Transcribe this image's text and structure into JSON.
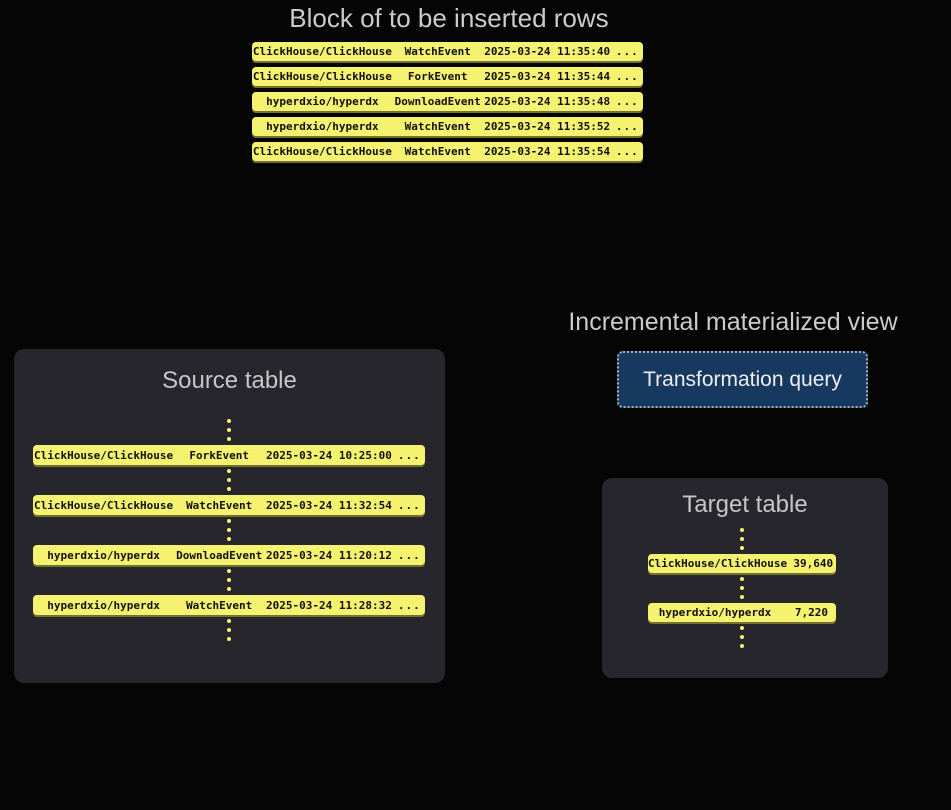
{
  "insert_block": {
    "title": "Block of to be inserted rows",
    "rows": [
      {
        "repo": "ClickHouse/ClickHouse",
        "event": "WatchEvent",
        "timestamp": "2025-03-24 11:35:40",
        "more": "..."
      },
      {
        "repo": "ClickHouse/ClickHouse",
        "event": "ForkEvent",
        "timestamp": "2025-03-24 11:35:44",
        "more": "..."
      },
      {
        "repo": "hyperdxio/hyperdx",
        "event": "DownloadEvent",
        "timestamp": "2025-03-24 11:35:48",
        "more": "..."
      },
      {
        "repo": "hyperdxio/hyperdx",
        "event": "WatchEvent",
        "timestamp": "2025-03-24 11:35:52",
        "more": "..."
      },
      {
        "repo": "ClickHouse/ClickHouse",
        "event": "WatchEvent",
        "timestamp": "2025-03-24 11:35:54",
        "more": "..."
      }
    ]
  },
  "materialized_view": {
    "title": "Incremental materialized view",
    "button_label": "Transformation query"
  },
  "source_table": {
    "title": "Source table",
    "rows": [
      {
        "repo": "ClickHouse/ClickHouse",
        "event": "ForkEvent",
        "timestamp": "2025-03-24 10:25:00",
        "more": "..."
      },
      {
        "repo": "ClickHouse/ClickHouse",
        "event": "WatchEvent",
        "timestamp": "2025-03-24 11:32:54",
        "more": "..."
      },
      {
        "repo": "hyperdxio/hyperdx",
        "event": "DownloadEvent",
        "timestamp": "2025-03-24 11:20:12",
        "more": "..."
      },
      {
        "repo": "hyperdxio/hyperdx",
        "event": "WatchEvent",
        "timestamp": "2025-03-24 11:28:32",
        "more": "..."
      }
    ]
  },
  "target_table": {
    "title": "Target table",
    "rows": [
      {
        "repo": "ClickHouse/ClickHouse",
        "value": "39,640"
      },
      {
        "repo": "hyperdxio/hyperdx",
        "value": "7,220"
      }
    ]
  },
  "colors": {
    "background": "#050505",
    "panel_bg": "#26262c",
    "row_yellow": "#f4f26f",
    "row_shadow": "#72722f",
    "heading_text": "#cbcbcb",
    "row_text": "#111111",
    "button_bg": "#17395f",
    "button_border": "#a9aeb6",
    "button_text": "#ecedef"
  }
}
